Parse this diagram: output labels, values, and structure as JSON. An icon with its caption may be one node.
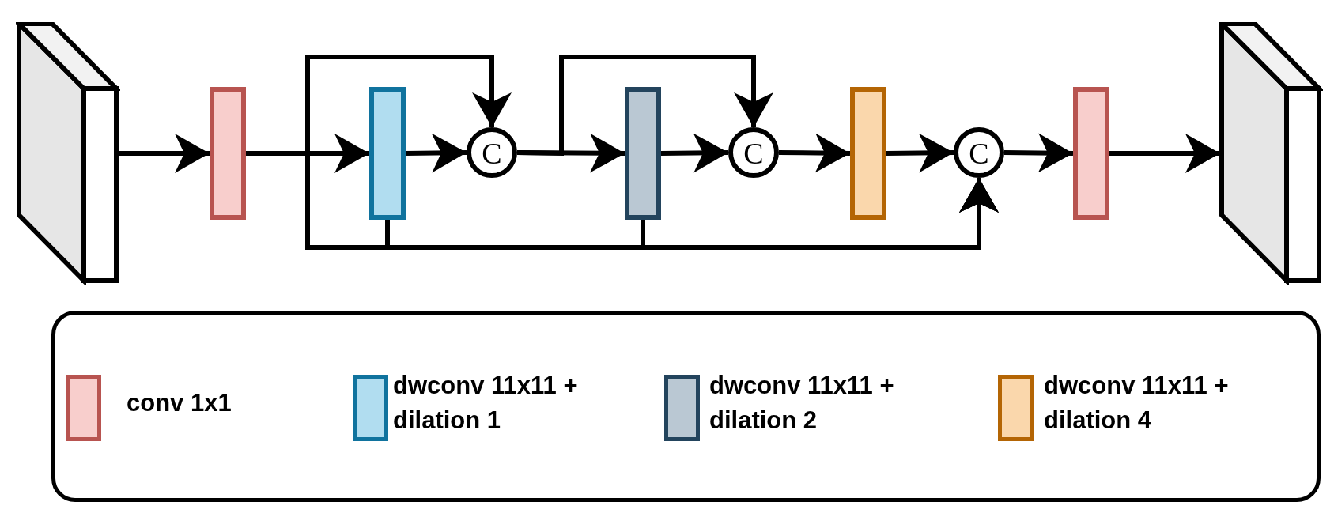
{
  "diagram": {
    "nodes": [
      {
        "text": [],
        "shape": "box"
      },
      {
        "text": [],
        "shape": "bar"
      },
      {
        "text": [],
        "shape": "bar"
      },
      {
        "text": [
          "C"
        ]
      },
      {
        "text": [],
        "shape": "bar"
      },
      {
        "text": [
          "C"
        ]
      },
      {
        "text": [],
        "shape": "bar"
      },
      {
        "text": [
          "C"
        ]
      },
      {
        "text": [],
        "shape": "bar"
      },
      {
        "text": [],
        "shape": "box"
      }
    ],
    "edges": [
      {
        "from": 0,
        "to": 1,
        "arrow": "to"
      },
      {
        "from": 1,
        "to": 2,
        "arrow": "to"
      },
      {
        "from": 2,
        "to": 3,
        "arrow": "to"
      },
      {
        "from": 1,
        "to": 3,
        "arrow": "to"
      },
      {
        "from": 3,
        "to": 4,
        "arrow": "to"
      },
      {
        "from": 3,
        "to": 5,
        "arrow": "to"
      },
      {
        "from": 4,
        "to": 5,
        "arrow": "to"
      },
      {
        "from": 5,
        "to": 6,
        "arrow": "to"
      },
      {
        "from": 6,
        "to": 7,
        "arrow": "to"
      },
      {
        "from": 1,
        "to": 7,
        "arrow": "to"
      },
      {
        "from": 2,
        "to": 7,
        "arrow": "to"
      },
      {
        "from": 4,
        "to": 7,
        "arrow": "to"
      },
      {
        "from": 7,
        "to": 8,
        "arrow": "to"
      },
      {
        "from": 8,
        "to": 9,
        "arrow": "to"
      }
    ],
    "legend": [
      {
        "text": "conv 1x1",
        "color": "#f8cecc"
      },
      {
        "text": "dwconv 11x11 + dilation 1",
        "color": "#b1ddf0"
      },
      {
        "text": "dwconv 11x11 + dilation 2",
        "color": "#bac8d3"
      },
      {
        "text": "dwconv 11x11 + dilation 4",
        "color": "#fad7ac"
      }
    ]
  }
}
